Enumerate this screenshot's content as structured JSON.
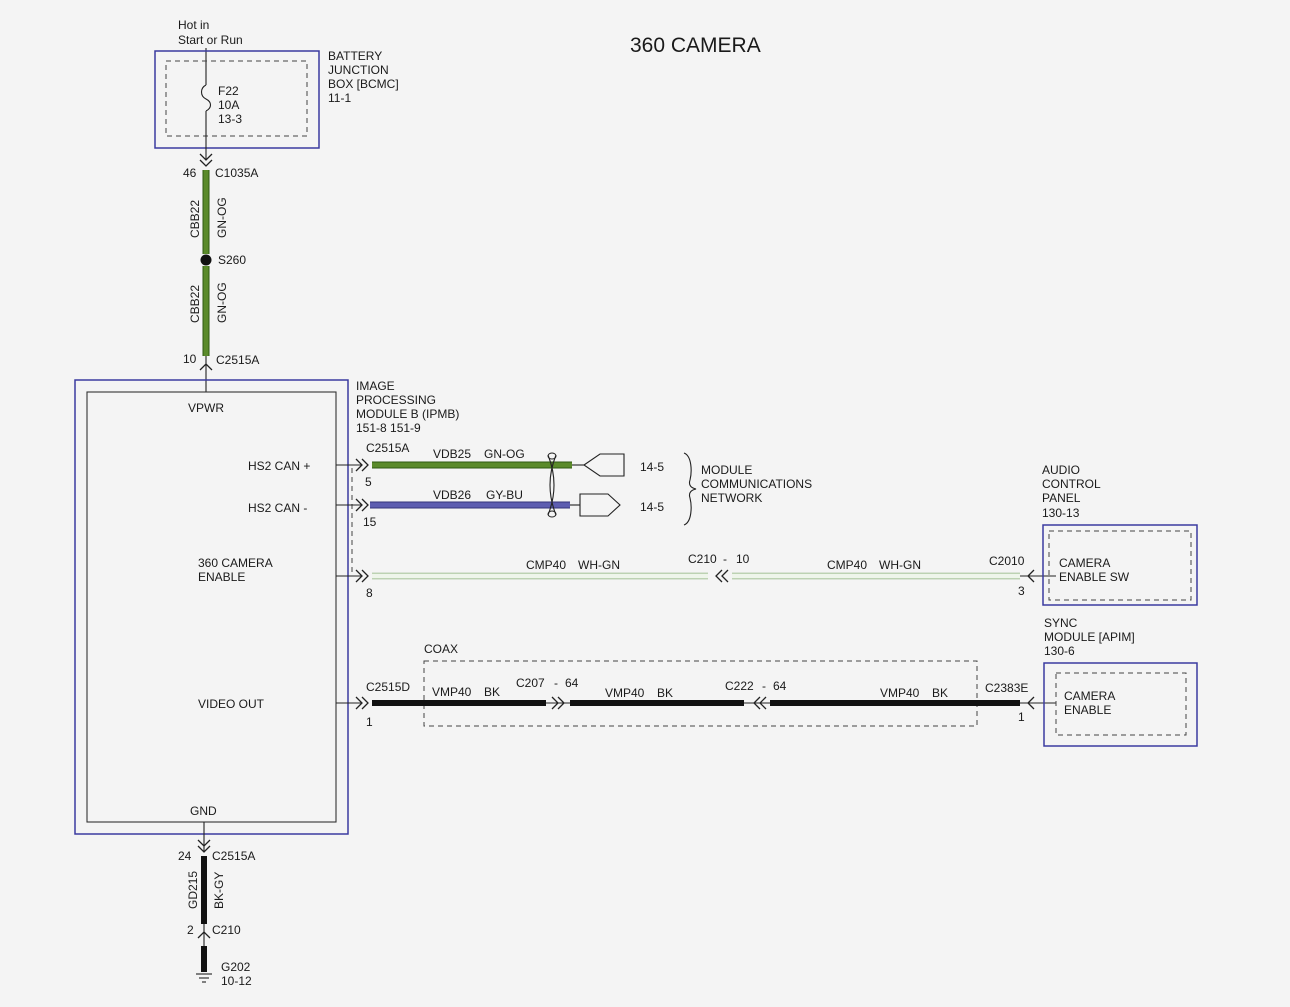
{
  "title": "360 CAMERA",
  "power": {
    "source_line1": "Hot in",
    "source_line2": "Start or Run",
    "bjb_line1": "BATTERY",
    "bjb_line2": "JUNCTION",
    "bjb_line3": "BOX [BCMC]",
    "bjb_line4": "11-1",
    "fuse_id": "F22",
    "fuse_rating": "10A",
    "fuse_ref": "13-3",
    "c1035a_pin": "46",
    "c1035a": "C1035A",
    "circuit": "CBB22",
    "color": "GN-OG",
    "splice": "S260",
    "c2515a_top_pin": "10",
    "c2515a_top": "C2515A"
  },
  "ipmb": {
    "line1": "IMAGE",
    "line2": "PROCESSING",
    "line3": "MODULE B (IPMB)",
    "line4": "151-8  151-9",
    "vpwr": "VPWR",
    "hs2_plus": "HS2 CAN +",
    "hs2_minus": "HS2 CAN -",
    "cam_enable_line1": "360 CAMERA",
    "cam_enable_line2": "ENABLE",
    "video_out": "VIDEO OUT",
    "gnd": "GND"
  },
  "can": {
    "connector": "C2515A",
    "pin_plus": "5",
    "pin_minus": "15",
    "plus_circuit": "VDB25",
    "plus_color": "GN-OG",
    "minus_circuit": "VDB26",
    "minus_color": "GY-BU",
    "ref_plus": "14-5",
    "ref_minus": "14-5",
    "network_line1": "MODULE",
    "network_line2": "COMMUNICATIONS",
    "network_line3": "NETWORK"
  },
  "enable": {
    "pin_left": "8",
    "circuit_left": "CMP40",
    "color_left": "WH-GN",
    "inline": "C210",
    "inline_pin": "10",
    "circuit_right": "CMP40",
    "color_right": "WH-GN",
    "acp_connector": "C2010",
    "acp_pin": "3",
    "acp_line1": "AUDIO",
    "acp_line2": "CONTROL",
    "acp_line3": "PANEL",
    "acp_line4": "130-13",
    "sw_line1": "CAMERA",
    "sw_line2": "ENABLE SW"
  },
  "video": {
    "coax": "COAX",
    "left_connector": "C2515D",
    "left_pin": "1",
    "circuit": "VMP40",
    "color": "BK",
    "c207": "C207",
    "c207_pin": "64",
    "c222": "C222",
    "c222_pin": "64",
    "right_connector": "C2383E",
    "right_pin": "1",
    "sync_line1": "SYNC",
    "sync_line2": "MODULE [APIM]",
    "sync_line3": "130-6",
    "cam_line1": "CAMERA",
    "cam_line2": "ENABLE",
    "dash_sep": "-"
  },
  "ground": {
    "c2515a_pin": "24",
    "c2515a": "C2515A",
    "circuit": "GD215",
    "color": "BK-GY",
    "c210_pin": "2",
    "c210": "C210",
    "ground_id": "G202",
    "ground_ref": "10-12"
  },
  "colors": {
    "green_wire": "#5a8a2a",
    "blue_wire": "#5d5db0",
    "module_border": "#3b3ba0"
  }
}
